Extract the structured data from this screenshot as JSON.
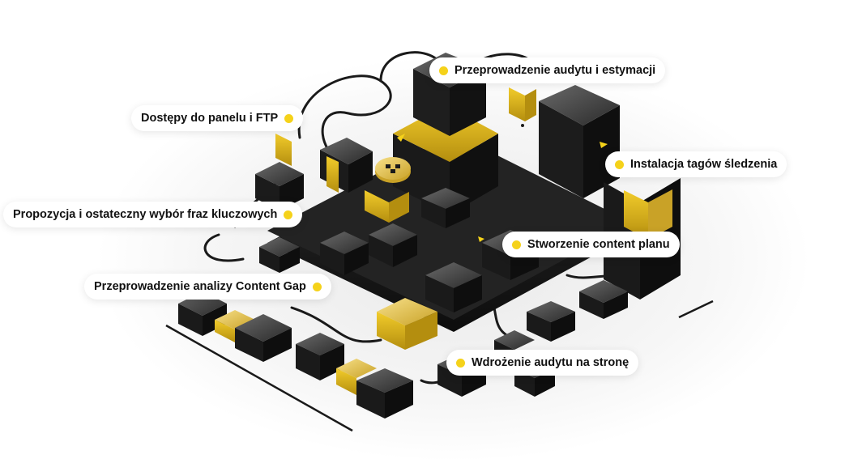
{
  "colors": {
    "accent": "#f5d21a",
    "block_dark": "#1b1b1b",
    "block_top": "#2e2e2e",
    "text": "#111111"
  },
  "icons": {
    "callout_marker": "yellow-dot"
  },
  "callouts": {
    "audit_estimation": "Przeprowadzenie audytu i estymacji",
    "panel_ftp_access": "Dostępy do panelu i FTP",
    "tracking_tags": "Instalacja tagów śledzenia",
    "keyword_selection": "Propozycja i ostateczny wybór fraz kluczowych",
    "content_plan": "Stworzenie content planu",
    "content_gap": "Przeprowadzenie analizy Content Gap",
    "audit_implementation": "Wdrożenie audytu na stronę"
  }
}
